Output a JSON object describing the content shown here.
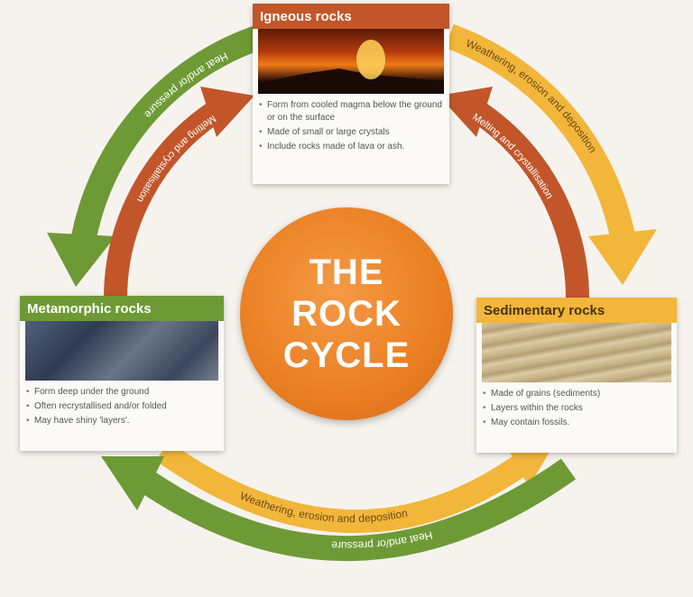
{
  "title": {
    "line1": "THE",
    "line2": "ROCK",
    "line3": "CYCLE"
  },
  "cards": {
    "igneous": {
      "heading": "Igneous rocks",
      "bullets": [
        "Form from cooled magma below the ground or on the surface",
        "Made of small or large crystals",
        "Include rocks made of lava or ash."
      ]
    },
    "metamorphic": {
      "heading": "Metamorphic rocks",
      "bullets": [
        "Form deep under the ground",
        "Often recrystallised and/or folded",
        "May have shiny 'layers'."
      ]
    },
    "sedimentary": {
      "heading": "Sedimentary rocks",
      "bullets": [
        "Made of grains (sediments)",
        "Layers within the rocks",
        "May contain fossils."
      ]
    }
  },
  "arrows": {
    "top_left_outer": "Heat and/or pressure",
    "top_left_inner": "Melting and crystallisation",
    "top_right_outer": "Weathering, erosion and deposition",
    "top_right_inner": "Melting and crystallisation",
    "bottom_inner": "Weathering, erosion and deposition",
    "bottom_outer": "Heat and/or pressure"
  },
  "colors": {
    "green": "#6e9a36",
    "rust": "#c2562a",
    "yellow": "#f2b63a",
    "orange": "#ea7f22"
  }
}
